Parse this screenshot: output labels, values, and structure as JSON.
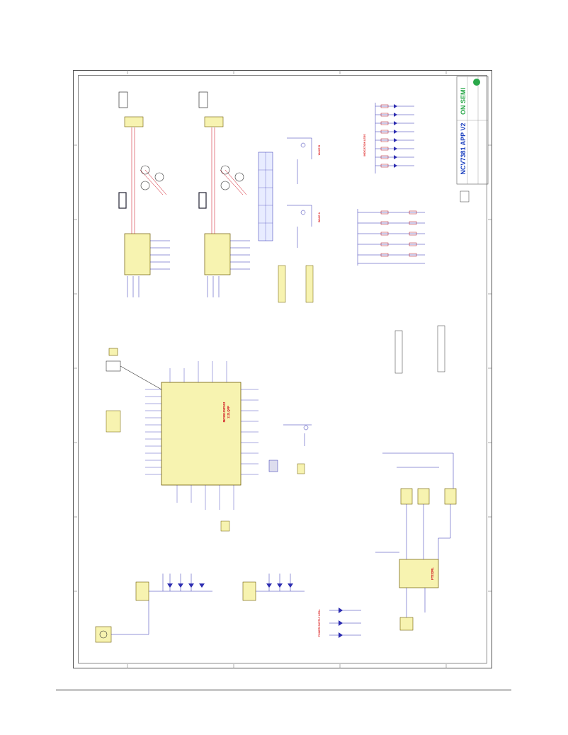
{
  "title_block": {
    "title": "NCV7381 APP V2",
    "company": "ON SEMI"
  },
  "chips": {
    "mcu": "MC9S12XF512",
    "mcu_package": "112LQFP",
    "usb": "FT232RL"
  },
  "section_labels": {
    "indication_leds": "INDICATION LEDS",
    "power_supply_leds": "POWER SUPPLY LEDs",
    "wake_a": "WAKE A",
    "wake_b": "WAKE B"
  },
  "colors": {
    "wire": "#2b2bb0",
    "component": "#b01020",
    "chip_fill": "#f7f3b0",
    "chip_stroke": "#6d5a00",
    "title_blue": "#1a3fbf",
    "title_green": "#2aa84a"
  }
}
